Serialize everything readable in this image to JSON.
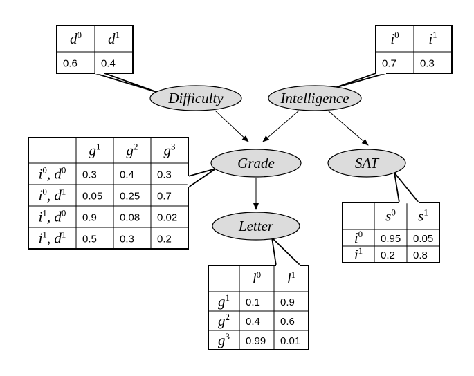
{
  "nodes": {
    "difficulty": {
      "label": "Difficulty"
    },
    "intelligence": {
      "label": "Intelligence"
    },
    "grade": {
      "label": "Grade"
    },
    "sat": {
      "label": "SAT"
    },
    "letter": {
      "label": "Letter"
    }
  },
  "cpt_difficulty": {
    "columns": [
      {
        "var": "d",
        "sup": "0"
      },
      {
        "var": "d",
        "sup": "1"
      }
    ],
    "rows": [
      {
        "cells": [
          "0.6",
          "0.4"
        ]
      }
    ]
  },
  "cpt_intelligence": {
    "columns": [
      {
        "var": "i",
        "sup": "0"
      },
      {
        "var": "i",
        "sup": "1"
      }
    ],
    "rows": [
      {
        "cells": [
          "0.7",
          "0.3"
        ]
      }
    ]
  },
  "cpt_grade": {
    "columns": [
      {
        "var": "g",
        "sup": "1"
      },
      {
        "var": "g",
        "sup": "2"
      },
      {
        "var": "g",
        "sup": "3"
      }
    ],
    "rows": [
      {
        "parents": [
          {
            "var": "i",
            "sup": "0"
          },
          {
            "var": "d",
            "sup": "0"
          }
        ],
        "cells": [
          "0.3",
          "0.4",
          "0.3"
        ]
      },
      {
        "parents": [
          {
            "var": "i",
            "sup": "0"
          },
          {
            "var": "d",
            "sup": "1"
          }
        ],
        "cells": [
          "0.05",
          "0.25",
          "0.7"
        ]
      },
      {
        "parents": [
          {
            "var": "i",
            "sup": "1"
          },
          {
            "var": "d",
            "sup": "0"
          }
        ],
        "cells": [
          "0.9",
          "0.08",
          "0.02"
        ]
      },
      {
        "parents": [
          {
            "var": "i",
            "sup": "1"
          },
          {
            "var": "d",
            "sup": "1"
          }
        ],
        "cells": [
          "0.5",
          "0.3",
          "0.2"
        ]
      }
    ]
  },
  "cpt_sat": {
    "columns": [
      {
        "var": "s",
        "sup": "0"
      },
      {
        "var": "s",
        "sup": "1"
      }
    ],
    "rows": [
      {
        "parents": [
          {
            "var": "i",
            "sup": "0"
          }
        ],
        "cells": [
          "0.95",
          "0.05"
        ]
      },
      {
        "parents": [
          {
            "var": "i",
            "sup": "1"
          }
        ],
        "cells": [
          "0.2",
          "0.8"
        ]
      }
    ]
  },
  "cpt_letter": {
    "columns": [
      {
        "var": "l",
        "sup": "0"
      },
      {
        "var": "l",
        "sup": "1"
      }
    ],
    "rows": [
      {
        "parents": [
          {
            "var": "g",
            "sup": "1"
          }
        ],
        "cells": [
          "0.1",
          "0.9"
        ]
      },
      {
        "parents": [
          {
            "var": "g",
            "sup": "2"
          }
        ],
        "cells": [
          "0.4",
          "0.6"
        ]
      },
      {
        "parents": [
          {
            "var": "g",
            "sup": "3"
          }
        ],
        "cells": [
          "0.99",
          "0.01"
        ]
      }
    ]
  },
  "colors": {
    "node_fill": "#dcdcdc",
    "stroke": "#000000",
    "background": "#ffffff"
  }
}
